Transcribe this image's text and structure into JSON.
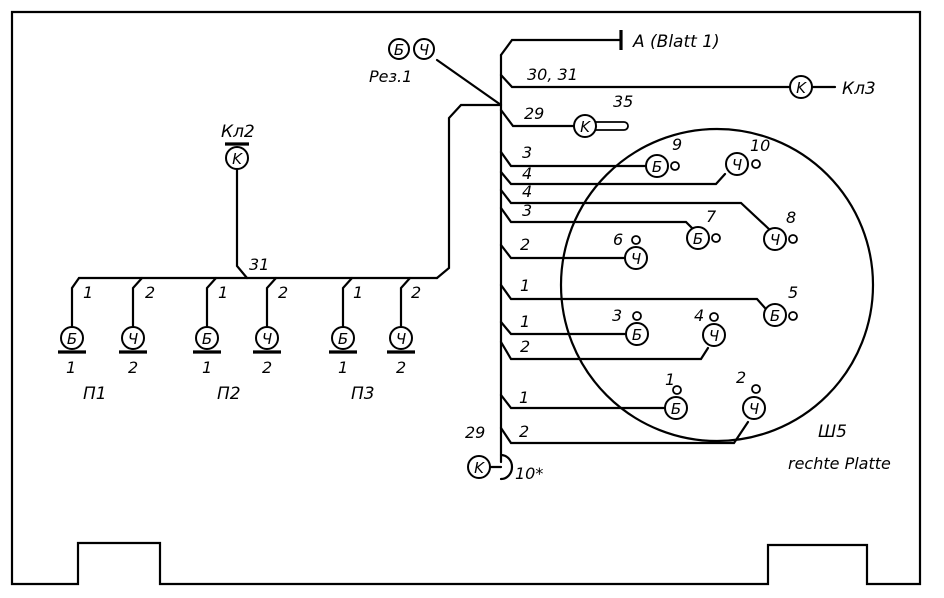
{
  "sheet": {
    "name": "Ш5",
    "plate": "rechte Platte"
  },
  "top_refs": {
    "a_ref": "A (Blatt 1)",
    "kl3_wires": "30, 31",
    "kl3_label": "Кл3",
    "k_symbol": "K",
    "res_label": "Рез.1",
    "res_b": "Б",
    "res_ch": "Ч",
    "w29_top": "29",
    "term35": "35",
    "kl2_label": "Кл2",
    "bus31": "31"
  },
  "bottom_refs": {
    "w29_bottom": "29",
    "k10_label": "10*"
  },
  "branch_labels": [
    "3",
    "4",
    "4",
    "3",
    "2",
    "1",
    "1",
    "2",
    "1",
    "2"
  ],
  "pins": {
    "p9": "9",
    "p10": "10",
    "p7": "7",
    "p8": "8",
    "p6": "6",
    "p5": "5",
    "p3": "3",
    "p4": "4",
    "p1": "1",
    "p2": "2"
  },
  "pin_symbols": {
    "b": "Б",
    "ch": "Ч"
  },
  "connectors": [
    {
      "name": "П1",
      "wires": [
        "1",
        "2"
      ],
      "pins": [
        "1",
        "2"
      ]
    },
    {
      "name": "П2",
      "wires": [
        "1",
        "2"
      ],
      "pins": [
        "1",
        "2"
      ]
    },
    {
      "name": "П3",
      "wires": [
        "1",
        "2"
      ],
      "pins": [
        "1",
        "2"
      ]
    }
  ]
}
